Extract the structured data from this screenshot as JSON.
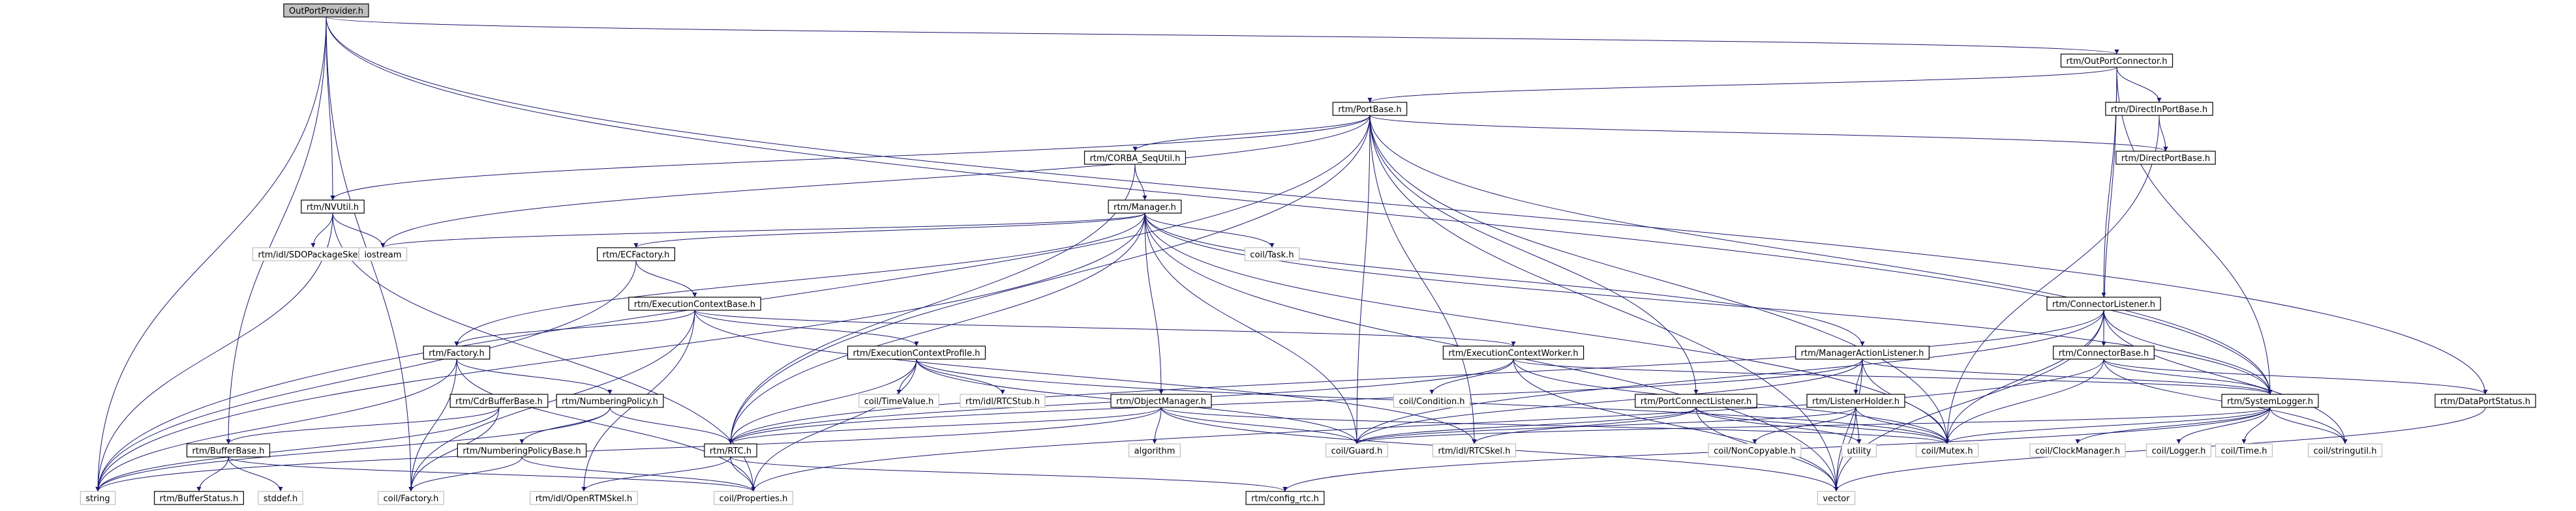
{
  "nodes": [
    {
      "id": "root",
      "label": "OutPortProvider.h",
      "kind": "root"
    },
    {
      "id": "opc",
      "label": "rtm/OutPortConnector.h",
      "kind": "internal"
    },
    {
      "id": "pb",
      "label": "rtm/PortBase.h",
      "kind": "internal"
    },
    {
      "id": "dipb",
      "label": "rtm/DirectInPortBase.h",
      "kind": "internal"
    },
    {
      "id": "dpb",
      "label": "rtm/DirectPortBase.h",
      "kind": "internal"
    },
    {
      "id": "csu",
      "label": "rtm/CORBA_SeqUtil.h",
      "kind": "internal"
    },
    {
      "id": "nvu",
      "label": "rtm/NVUtil.h",
      "kind": "internal"
    },
    {
      "id": "mgr",
      "label": "rtm/Manager.h",
      "kind": "internal"
    },
    {
      "id": "sdo",
      "label": "rtm/idl/SDOPackageSkel.h",
      "kind": "external"
    },
    {
      "id": "ios",
      "label": "iostream",
      "kind": "external"
    },
    {
      "id": "ecf",
      "label": "rtm/ECFactory.h",
      "kind": "internal"
    },
    {
      "id": "task",
      "label": "coil/Task.h",
      "kind": "external"
    },
    {
      "id": "ecb",
      "label": "rtm/ExecutionContextBase.h",
      "kind": "internal"
    },
    {
      "id": "fac",
      "label": "rtm/Factory.h",
      "kind": "internal"
    },
    {
      "id": "ecp",
      "label": "rtm/ExecutionContextProfile.h",
      "kind": "internal"
    },
    {
      "id": "ecw",
      "label": "rtm/ExecutionContextWorker.h",
      "kind": "internal"
    },
    {
      "id": "cl",
      "label": "rtm/ConnectorListener.h",
      "kind": "internal"
    },
    {
      "id": "cb",
      "label": "rtm/ConnectorBase.h",
      "kind": "internal"
    },
    {
      "id": "mal",
      "label": "rtm/ManagerActionListener.h",
      "kind": "internal"
    },
    {
      "id": "cdr",
      "label": "rtm/CdrBufferBase.h",
      "kind": "internal"
    },
    {
      "id": "np",
      "label": "rtm/NumberingPolicy.h",
      "kind": "internal"
    },
    {
      "id": "tv",
      "label": "coil/TimeValue.h",
      "kind": "external"
    },
    {
      "id": "rtcstub",
      "label": "rtm/idl/RTCStub.h",
      "kind": "external"
    },
    {
      "id": "om",
      "label": "rtm/ObjectManager.h",
      "kind": "internal"
    },
    {
      "id": "cond",
      "label": "coil/Condition.h",
      "kind": "external"
    },
    {
      "id": "pcl",
      "label": "rtm/PortConnectListener.h",
      "kind": "internal"
    },
    {
      "id": "lh",
      "label": "rtm/ListenerHolder.h",
      "kind": "internal"
    },
    {
      "id": "sl",
      "label": "rtm/SystemLogger.h",
      "kind": "internal"
    },
    {
      "id": "dps",
      "label": "rtm/DataPortStatus.h",
      "kind": "internal"
    },
    {
      "id": "bb",
      "label": "rtm/BufferBase.h",
      "kind": "internal"
    },
    {
      "id": "npb",
      "label": "rtm/NumberingPolicyBase.h",
      "kind": "internal"
    },
    {
      "id": "rtc",
      "label": "rtm/RTC.h",
      "kind": "internal"
    },
    {
      "id": "algo",
      "label": "algorithm",
      "kind": "external"
    },
    {
      "id": "guard",
      "label": "coil/Guard.h",
      "kind": "external"
    },
    {
      "id": "rtcskel",
      "label": "rtm/idl/RTCSkel.h",
      "kind": "external"
    },
    {
      "id": "noncopy",
      "label": "coil/NonCopyable.h",
      "kind": "external"
    },
    {
      "id": "util",
      "label": "utility",
      "kind": "external"
    },
    {
      "id": "mutex",
      "label": "coil/Mutex.h",
      "kind": "external"
    },
    {
      "id": "clockm",
      "label": "coil/ClockManager.h",
      "kind": "external"
    },
    {
      "id": "logger",
      "label": "coil/Logger.h",
      "kind": "external"
    },
    {
      "id": "time",
      "label": "coil/Time.h",
      "kind": "external"
    },
    {
      "id": "strutil",
      "label": "coil/stringutil.h",
      "kind": "external"
    },
    {
      "id": "string",
      "label": "string",
      "kind": "external"
    },
    {
      "id": "bs",
      "label": "rtm/BufferStatus.h",
      "kind": "internal"
    },
    {
      "id": "stddef",
      "label": "stddef.h",
      "kind": "external"
    },
    {
      "id": "cfac",
      "label": "coil/Factory.h",
      "kind": "external"
    },
    {
      "id": "ortm",
      "label": "rtm/idl/OpenRTMSkel.h",
      "kind": "external"
    },
    {
      "id": "prop",
      "label": "coil/Properties.h",
      "kind": "external"
    },
    {
      "id": "cfg",
      "label": "rtm/config_rtc.h",
      "kind": "internal"
    },
    {
      "id": "vector",
      "label": "vector",
      "kind": "external"
    }
  ],
  "edges": [
    [
      "root",
      "opc"
    ],
    [
      "root",
      "nvu"
    ],
    [
      "root",
      "bb"
    ],
    [
      "root",
      "cfac"
    ],
    [
      "root",
      "string"
    ],
    [
      "root",
      "sl"
    ],
    [
      "root",
      "dps"
    ],
    [
      "opc",
      "pb"
    ],
    [
      "opc",
      "dipb"
    ],
    [
      "opc",
      "cl"
    ],
    [
      "opc",
      "cb"
    ],
    [
      "opc",
      "sl"
    ],
    [
      "pb",
      "dpb"
    ],
    [
      "pb",
      "csu"
    ],
    [
      "pb",
      "nvu"
    ],
    [
      "pb",
      "ios"
    ],
    [
      "pb",
      "string"
    ],
    [
      "pb",
      "rtc"
    ],
    [
      "pb",
      "guard"
    ],
    [
      "pb",
      "rtcskel"
    ],
    [
      "pb",
      "pcl"
    ],
    [
      "pb",
      "mutex"
    ],
    [
      "pb",
      "sl"
    ],
    [
      "pb",
      "vector"
    ],
    [
      "dipb",
      "dpb"
    ],
    [
      "dipb",
      "mutex"
    ],
    [
      "csu",
      "mgr"
    ],
    [
      "csu",
      "rtc"
    ],
    [
      "nvu",
      "sdo"
    ],
    [
      "nvu",
      "ios"
    ],
    [
      "nvu",
      "string"
    ],
    [
      "nvu",
      "prop"
    ],
    [
      "mgr",
      "ios"
    ],
    [
      "mgr",
      "ecf"
    ],
    [
      "mgr",
      "task"
    ],
    [
      "mgr",
      "fac"
    ],
    [
      "mgr",
      "om"
    ],
    [
      "mgr",
      "mal"
    ],
    [
      "mgr",
      "rtc"
    ],
    [
      "mgr",
      "guard"
    ],
    [
      "mgr",
      "mutex"
    ],
    [
      "mgr",
      "sl"
    ],
    [
      "mgr",
      "string"
    ],
    [
      "mgr",
      "vector"
    ],
    [
      "ecf",
      "ecb"
    ],
    [
      "ecf",
      "string"
    ],
    [
      "ecb",
      "fac"
    ],
    [
      "ecb",
      "ecp"
    ],
    [
      "ecb",
      "ecw"
    ],
    [
      "ecb",
      "cfac"
    ],
    [
      "ecb",
      "ortm"
    ],
    [
      "ecb",
      "rtcskel"
    ],
    [
      "fac",
      "np"
    ],
    [
      "fac",
      "cfac"
    ],
    [
      "fac",
      "prop"
    ],
    [
      "fac",
      "string"
    ],
    [
      "ecp",
      "tv"
    ],
    [
      "ecp",
      "rtcstub"
    ],
    [
      "ecp",
      "guard"
    ],
    [
      "ecp",
      "mutex"
    ],
    [
      "ecp",
      "prop"
    ],
    [
      "ecp",
      "rtc"
    ],
    [
      "ecw",
      "cond"
    ],
    [
      "ecw",
      "rtc"
    ],
    [
      "ecw",
      "mutex"
    ],
    [
      "ecw",
      "sl"
    ],
    [
      "ecw",
      "vector"
    ],
    [
      "cl",
      "cb"
    ],
    [
      "cl",
      "guard"
    ],
    [
      "cl",
      "rtc"
    ],
    [
      "cl",
      "mutex"
    ],
    [
      "cl",
      "sl"
    ],
    [
      "cl",
      "vector"
    ],
    [
      "cl",
      "strutil"
    ],
    [
      "cb",
      "sl"
    ],
    [
      "cb",
      "prop"
    ],
    [
      "cb",
      "dps"
    ],
    [
      "cb",
      "mutex"
    ],
    [
      "cb",
      "strutil"
    ],
    [
      "mal",
      "lh"
    ],
    [
      "mal",
      "rtc"
    ],
    [
      "mal",
      "mutex"
    ],
    [
      "mal",
      "sl"
    ],
    [
      "mal",
      "vector"
    ],
    [
      "mal",
      "guard"
    ],
    [
      "cdr",
      "bb"
    ],
    [
      "cdr",
      "cfac"
    ],
    [
      "cdr",
      "string"
    ],
    [
      "np",
      "npb"
    ],
    [
      "np",
      "rtc"
    ],
    [
      "np",
      "string"
    ],
    [
      "om",
      "algo"
    ],
    [
      "om",
      "guard"
    ],
    [
      "om",
      "mutex"
    ],
    [
      "om",
      "rtc"
    ],
    [
      "om",
      "vector"
    ],
    [
      "om",
      "string"
    ],
    [
      "pcl",
      "guard"
    ],
    [
      "pcl",
      "rtcskel"
    ],
    [
      "pcl",
      "mutex"
    ],
    [
      "pcl",
      "util"
    ],
    [
      "pcl",
      "vector"
    ],
    [
      "lh",
      "noncopy"
    ],
    [
      "lh",
      "guard"
    ],
    [
      "lh",
      "mutex"
    ],
    [
      "lh",
      "util"
    ],
    [
      "lh",
      "vector"
    ],
    [
      "sl",
      "clockm"
    ],
    [
      "sl",
      "logger"
    ],
    [
      "sl",
      "time"
    ],
    [
      "sl",
      "strutil"
    ],
    [
      "sl",
      "mutex"
    ],
    [
      "sl",
      "guard"
    ],
    [
      "sl",
      "cfg"
    ],
    [
      "dps",
      "vector"
    ],
    [
      "bb",
      "bs"
    ],
    [
      "bb",
      "stddef"
    ],
    [
      "bb",
      "prop"
    ],
    [
      "npb",
      "cfac"
    ],
    [
      "npb",
      "prop"
    ],
    [
      "rtc",
      "ortm"
    ],
    [
      "rtc",
      "cfg"
    ],
    [
      "rtc",
      "prop"
    ]
  ]
}
